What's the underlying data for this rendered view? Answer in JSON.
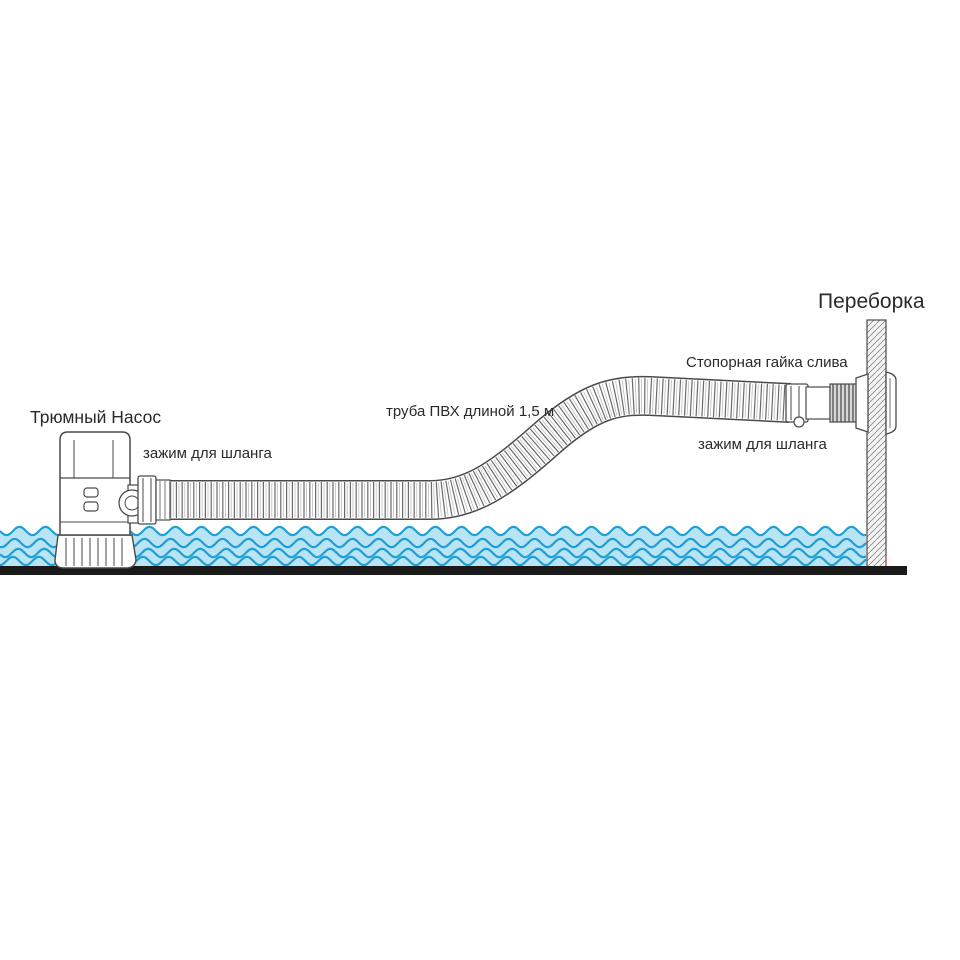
{
  "labels": {
    "bulkhead": "Переборка",
    "drain_locknut": "Стопорная гайка слива",
    "hose": "труба ПВХ длиной 1,5 м",
    "pump": "Трюмный Насос",
    "hose_clamp_left": "зажим для шланга",
    "hose_clamp_right": "зажим для шланга"
  },
  "colors": {
    "water_fill": "#b9e4f4",
    "water_wave": "#1e9fd6",
    "line": "#4a4a4a",
    "floor": "#1a1a1a",
    "bulkhead_hatch": "#8a8a8a"
  }
}
